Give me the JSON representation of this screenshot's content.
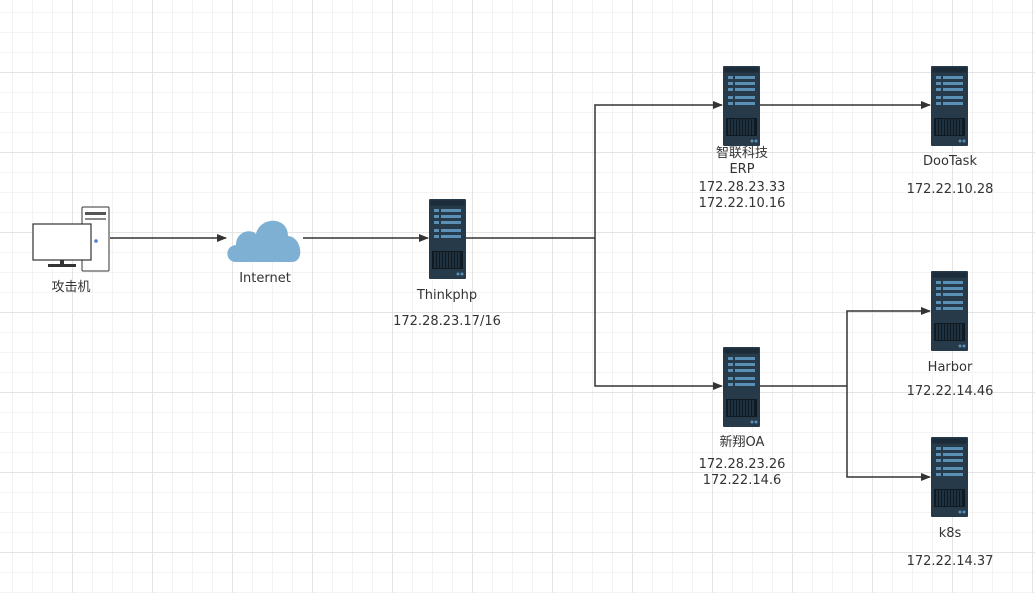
{
  "colors": {
    "connector": "#333333",
    "server_body": "#263a4a",
    "server_stripe": "#5b90b6",
    "server_grill": "#0f1a22",
    "cloud": "#7eb0d4",
    "pc_outline": "#333333"
  },
  "nodes": {
    "attacker": {
      "label": "攻击机",
      "icon": "desktop-pc-icon"
    },
    "internet": {
      "label": "Internet",
      "icon": "cloud-icon"
    },
    "thinkphp": {
      "label": "Thinkphp",
      "ips": [
        "172.28.23.17/16"
      ],
      "icon": "server-icon"
    },
    "erp": {
      "label_lines": [
        "智联科技",
        "ERP"
      ],
      "ips": [
        "172.28.23.33",
        "172.22.10.16"
      ],
      "icon": "server-icon"
    },
    "dootask": {
      "label": "DooTask",
      "ips": [
        "172.22.10.28"
      ],
      "icon": "server-icon"
    },
    "oa": {
      "label": "新翔OA",
      "ips": [
        "172.28.23.26",
        "172.22.14.6"
      ],
      "icon": "server-icon"
    },
    "harbor": {
      "label": "Harbor",
      "ips": [
        "172.22.14.46"
      ],
      "icon": "server-icon"
    },
    "k8s": {
      "label": "k8s",
      "ips": [
        "172.22.14.37"
      ],
      "icon": "server-icon"
    }
  },
  "edges": [
    {
      "from": "attacker",
      "to": "internet"
    },
    {
      "from": "internet",
      "to": "thinkphp"
    },
    {
      "from": "thinkphp",
      "to": "erp"
    },
    {
      "from": "thinkphp",
      "to": "oa"
    },
    {
      "from": "erp",
      "to": "dootask"
    },
    {
      "from": "oa",
      "to": "harbor"
    },
    {
      "from": "oa",
      "to": "k8s"
    }
  ]
}
